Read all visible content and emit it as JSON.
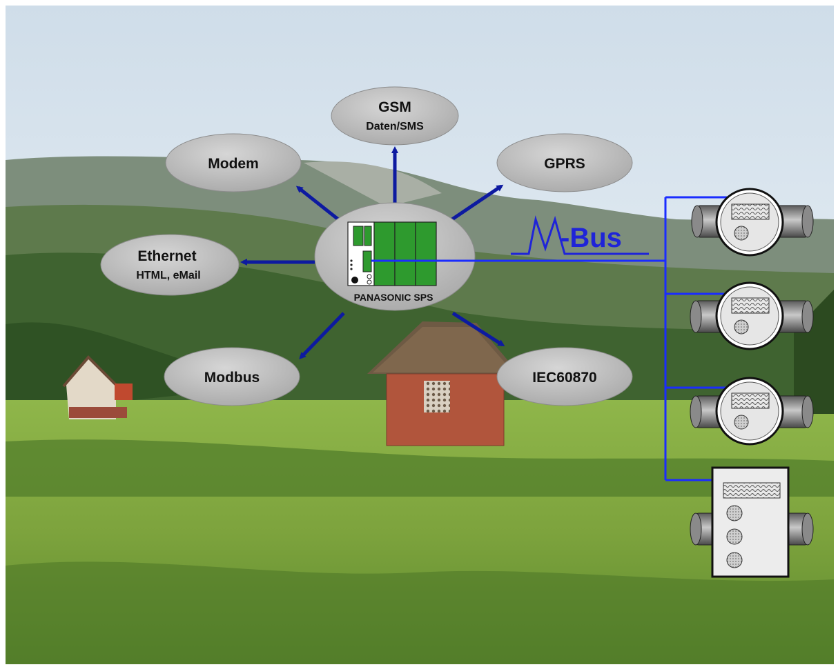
{
  "center": {
    "title": "PANASONIC SPS"
  },
  "nodes": {
    "gsm": {
      "line1": "GSM",
      "line2": "Daten/SMS"
    },
    "modem": {
      "line1": "Modem"
    },
    "gprs": {
      "line1": "GPRS"
    },
    "ethernet": {
      "line1": "Ethernet",
      "line2": "HTML, eMail"
    },
    "modbus": {
      "line1": "Modbus"
    },
    "iec": {
      "line1": "IEC60870"
    }
  },
  "bus": {
    "label": "-Bus",
    "prefix_icon": "m-bus-waveform-icon"
  },
  "meters": [
    {
      "type": "round-meter"
    },
    {
      "type": "round-meter"
    },
    {
      "type": "round-meter"
    },
    {
      "type": "box-meter"
    }
  ],
  "colors": {
    "arrow": "#0d1aa0",
    "bus_line": "#1a2cff",
    "bubble": "#bdbdbd",
    "plc_module": "#2e9a2e",
    "bus_label": "#1f24d8"
  }
}
